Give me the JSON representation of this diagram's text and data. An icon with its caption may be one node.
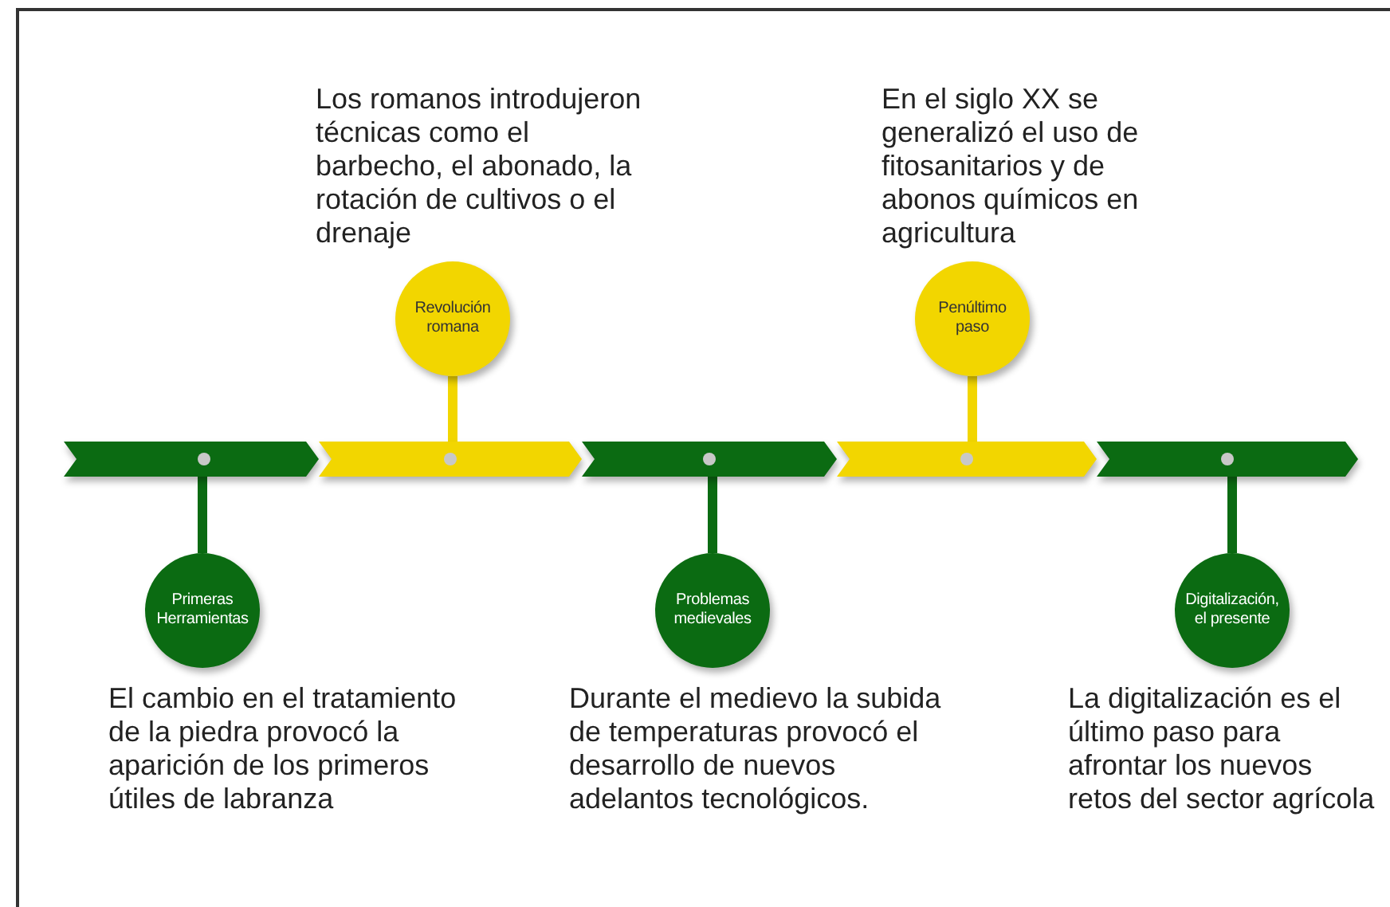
{
  "diagram": {
    "nodes": [
      {
        "text": [],
        "shape": "bar"
      },
      {
        "text": [],
        "shape": "bar"
      },
      {
        "text": [],
        "shape": "bar"
      },
      {
        "text": [],
        "shape": "bar"
      },
      {
        "text": [],
        "shape": "bar"
      },
      {
        "text": [
          "Primeras Herramientas"
        ],
        "beside": [
          "El cambio en el tratamiento de la piedra provocó la aparición de los primeros útiles de labranza"
        ]
      },
      {
        "text": [
          "Revolución romana"
        ],
        "beside": [
          "Los romanos introdujeron técnicas como el barbecho, el abonado, la rotación de cultivos o el drenaje"
        ]
      },
      {
        "text": [
          "Problemas medievales"
        ],
        "beside": [
          "Durante el medievo la subida de temperaturas provocó el desarrollo de nuevos adelantos tecnológicos."
        ]
      },
      {
        "text": [
          "Penúltimo paso"
        ],
        "beside": [
          "En el siglo XX se generalizó el uso de fitosanitarios y de abonos químicos en agricultura"
        ]
      },
      {
        "text": [
          "Digitalización, el presente"
        ],
        "beside": [
          "La digitalización es el último paso para afrontar los nuevos retos del sector agrícola"
        ]
      }
    ],
    "edges": [
      {
        "from": 5,
        "to": 0,
        "arrow": "none"
      },
      {
        "from": 6,
        "to": 1,
        "arrow": "none",
        "color": "#f2d600"
      },
      {
        "from": 7,
        "to": 2,
        "arrow": "none"
      },
      {
        "from": 8,
        "to": 3,
        "arrow": "none",
        "color": "#f2d600"
      },
      {
        "from": 9,
        "to": 4,
        "arrow": "none"
      }
    ]
  }
}
